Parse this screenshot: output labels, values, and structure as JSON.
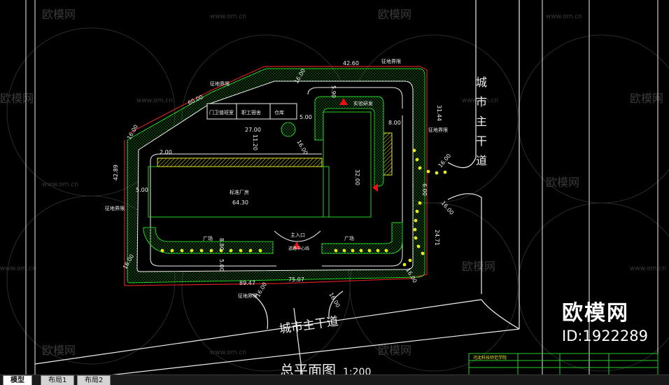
{
  "drawing": {
    "title": "总平面图",
    "scale": "1:200",
    "road_bottom": "城市主干道",
    "road_right_chars": [
      "城",
      "市",
      "主",
      "干",
      "道"
    ],
    "buildings": {
      "block_a": "门卫值班室",
      "block_b": "职工宿舍",
      "block_c": "仓库",
      "main_building": "标准厂房",
      "east_label": "实验研发"
    },
    "labels": {
      "site_boundary": "征地界限",
      "main_gate": "主入口",
      "plaza": "广场",
      "road_center": "道路中心线"
    },
    "dims": {
      "d4260": "42.60",
      "d6000a": "60.00",
      "d2700": "27.00",
      "d500a": "5.00",
      "d800a": "8.00",
      "d200": "2.00",
      "d6430": "64.30",
      "d3200": "32.00",
      "d4289": "42.89",
      "d500b": "5.00",
      "d880": "8.80",
      "d500c": "5.00",
      "d8947": "89.47",
      "d7507": "75.07",
      "d3144": "31.44",
      "d2471": "24.71",
      "d600": "6.00",
      "d1120": "11.20",
      "d590": "5.90",
      "d1600a": "16.00",
      "d1600b": "16.00",
      "d1600c": "16.00",
      "d1600d": "16.00",
      "d1600e": "16.00",
      "d1600f": "16.00",
      "d1600g": "16.00",
      "d1600h": "16.00",
      "d1600i": "16.00"
    }
  },
  "titleblock": {
    "org": "河北科技师范学院"
  },
  "watermark": {
    "brand": "欧模网",
    "id": "ID:1922289",
    "tile_text": "欧模网",
    "tile_url": "www.om.cn"
  },
  "tabs": [
    {
      "label": "模型",
      "active": true
    },
    {
      "label": "布局1",
      "active": false
    },
    {
      "label": "布局2",
      "active": false
    }
  ],
  "colors": {
    "background": "#000000",
    "line_white": "#f0f0f0",
    "line_green": "#27d027",
    "line_red": "#d02020",
    "line_yellow": "#e8e822",
    "arrow_red": "#e81010"
  }
}
